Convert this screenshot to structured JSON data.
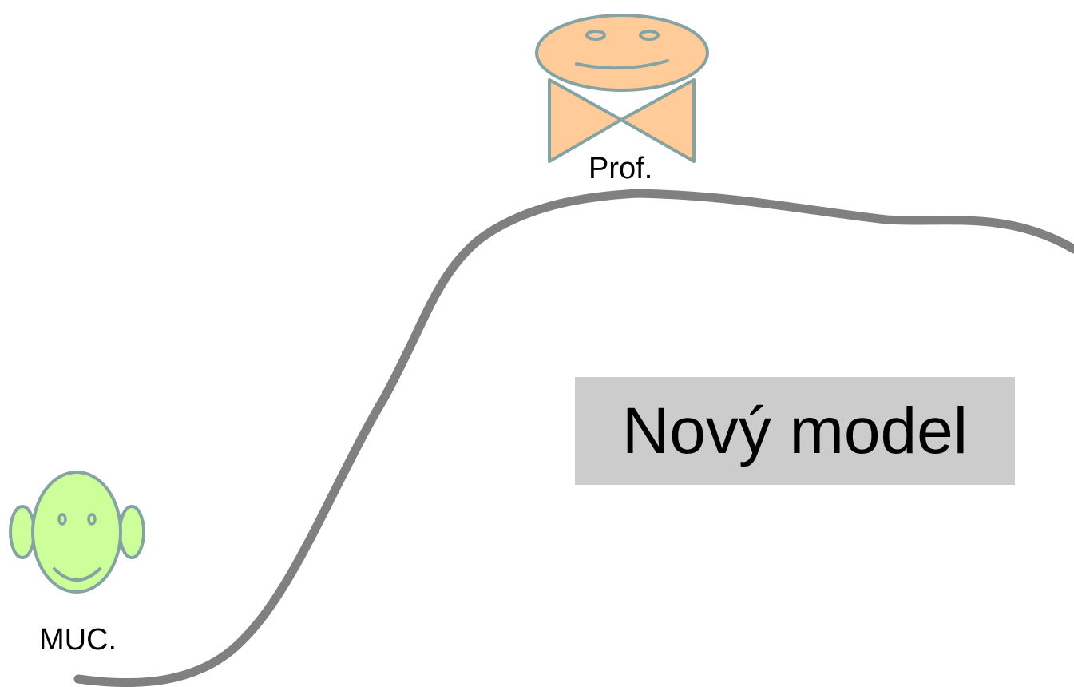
{
  "labels": {
    "top_figure": "Prof.",
    "bottom_figure": "MUC.",
    "title": "Nový model"
  },
  "icons": {
    "top_figure": "professor-face-with-bowtie-icon",
    "bottom_figure": "student-face-with-ears-icon"
  },
  "colors": {
    "curve": "#808080",
    "professor_fill": "#ffcc99",
    "student_fill": "#ccff99",
    "outline": "#86a3a3",
    "title_box": "#cccccc"
  }
}
